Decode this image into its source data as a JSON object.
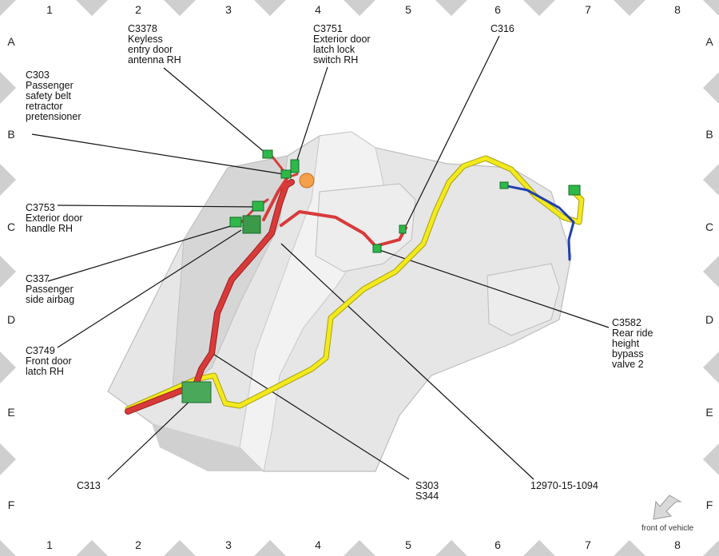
{
  "grid": {
    "columns": [
      "1",
      "2",
      "3",
      "4",
      "5",
      "6",
      "7",
      "8"
    ],
    "rows": [
      "A",
      "B",
      "C",
      "D",
      "E",
      "F"
    ]
  },
  "callouts": {
    "c3378": "C3378\nKeyless\nentry door\nantenna RH",
    "c3751": "C3751\nExterior door\nlatch lock\nswitch RH",
    "c316": "C316",
    "c303": "C303\nPassenger\nsafety belt\nretractor\npretensioner",
    "c3753": "C3753\nExterior door\nhandle RH",
    "c337": "C337\nPassenger\nside airbag",
    "c3749": "C3749\nFront door\nlatch RH",
    "c3582": "C3582\nRear ride\nheight\nbypass\nvalve 2",
    "c313": "C313",
    "s303": "S303\nS344",
    "figure_id": "12970-15-1094"
  },
  "orientation": {
    "label": "front of vehicle",
    "icon": "arrow-down-left-icon"
  },
  "colors": {
    "harness_red": "#d83a3a",
    "harness_yellow": "#f2ea1c",
    "harness_blue": "#2040b0",
    "connector_green": "#2fb84a",
    "connector_orange": "#f5a04a",
    "panel_gray": "#e4e4e4",
    "border_marker": "#cfcfcf"
  }
}
